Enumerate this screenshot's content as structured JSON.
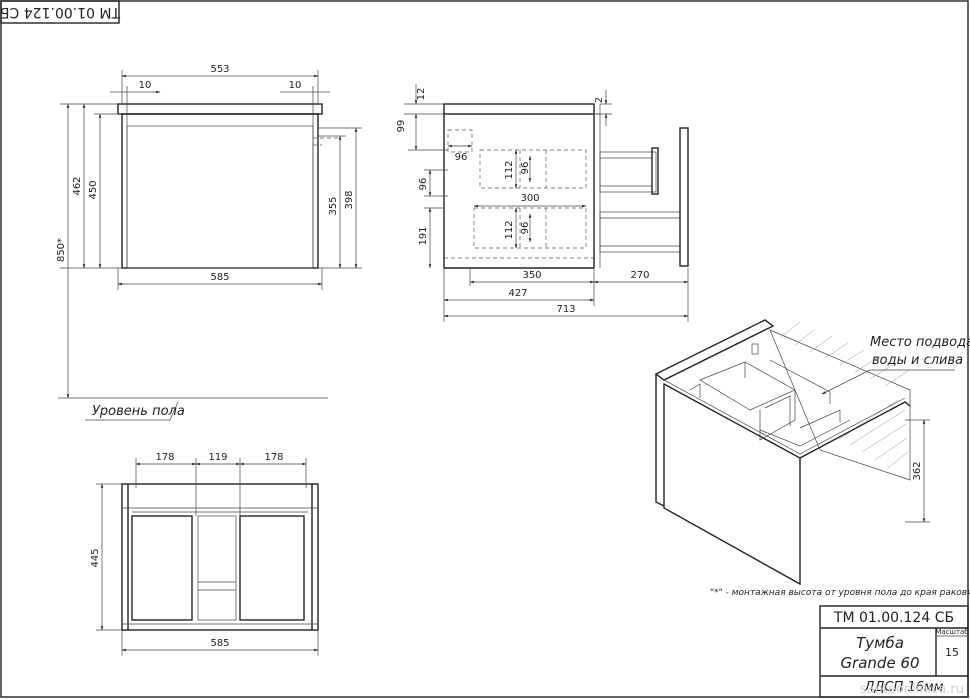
{
  "stamp_top": "ТМ 01.00.124 СБ",
  "front_view": {
    "dims": {
      "width_top": "553",
      "gap_left": "10",
      "gap_right": "10",
      "height_462": "462",
      "height_450": "450",
      "height_850": "850*",
      "height_355": "355",
      "height_398": "398",
      "width_bottom": "585"
    },
    "floor_label": "Уровень пола"
  },
  "side_view": {
    "dims": {
      "d12": "12",
      "d2": "2",
      "d99": "99",
      "d96_top": "96",
      "d112_a": "112",
      "d96_a": "96",
      "d96_left": "96",
      "d300": "300",
      "d191": "191",
      "d112_b": "112",
      "d96_b": "96",
      "d350": "350",
      "d270": "270",
      "d427": "427",
      "d713": "713"
    }
  },
  "top_view": {
    "dims": {
      "w178_left": "178",
      "w119": "119",
      "w178_right": "178",
      "d445": "445",
      "w585": "585"
    }
  },
  "iso_view": {
    "callout_line1": "Место подвода",
    "callout_line2": "воды и слива",
    "dim_362": "362"
  },
  "footnote": "\"*\" - монтажная высота от уровня пола до края раковины",
  "title_block": {
    "code": "ТМ 01.00.124 СБ",
    "name_line1": "Тумба",
    "name_line2": "Grande 60",
    "scale_header": "Масштаб",
    "scale_value": "15",
    "material": "ЛДСП 16мм"
  },
  "watermark": "santeonlinica.ru"
}
